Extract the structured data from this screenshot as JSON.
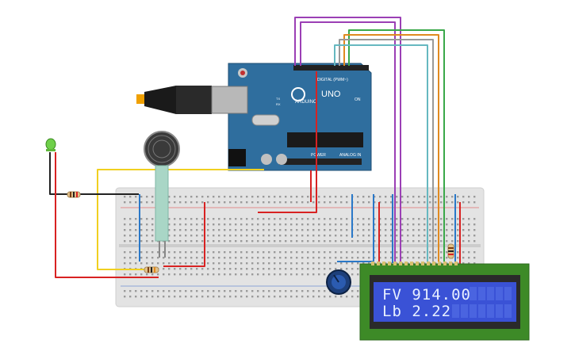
{
  "board": {
    "brand_text": "ARDUINO",
    "model_text": "UNO",
    "digital_label": "DIGITAL (PWM~)",
    "power_label": "POWER",
    "analog_label": "ANALOG IN",
    "on_label": "ON",
    "tx_label": "TX",
    "rx_label": "RX"
  },
  "lcd": {
    "line1": "FV 914.00",
    "line2": "Lb 2.22"
  },
  "colors": {
    "board": "#2f6e9e",
    "breadboard": "#e3e3e3",
    "lcd_bezel": "#3d8a27",
    "lcd_screen": "#3a52d6",
    "wire_red": "#d82222",
    "wire_black": "#222222",
    "wire_yellow": "#f0d020",
    "wire_blue": "#2a78c8",
    "wire_purple": "#9b3fb5",
    "wire_green": "#3aa84a",
    "wire_orange": "#e08a20",
    "wire_gray": "#999999",
    "wire_teal": "#66b8c0",
    "led": "#6fd04a"
  },
  "icons": [
    "usb-plug-icon",
    "reset-button-icon",
    "led-icon",
    "force-sensor-icon",
    "potentiometer-icon",
    "resistor-icon"
  ]
}
